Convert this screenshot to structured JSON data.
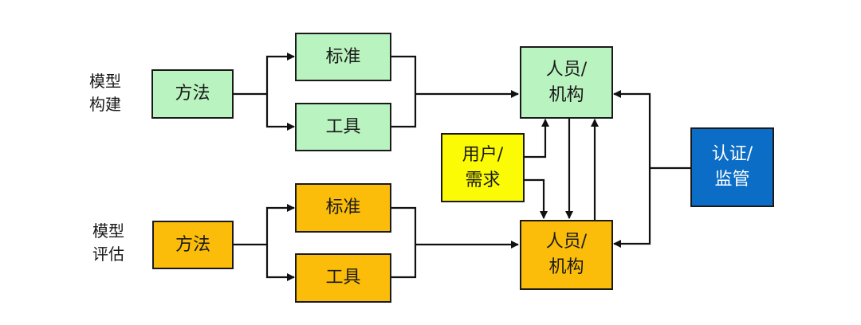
{
  "groups": {
    "build": {
      "label": "模型\n构建",
      "method": "方法",
      "standard": "标准",
      "tool": "工具",
      "org": "人员/\n机构",
      "color": "#b9f3bf"
    },
    "eval": {
      "label": "模型\n评估",
      "method": "方法",
      "standard": "标准",
      "tool": "工具",
      "org": "人员/\n机构",
      "color": "#fbbd0a"
    }
  },
  "user_demand": {
    "label": "用户/\n需求",
    "color": "#fbfb05"
  },
  "certification": {
    "label": "认证/\n监管",
    "color": "#0b6dc5"
  },
  "edges": [
    {
      "from": "build.method",
      "to": "build.standard"
    },
    {
      "from": "build.method",
      "to": "build.tool"
    },
    {
      "from": "build.standard",
      "to": "build.org"
    },
    {
      "from": "build.tool",
      "to": "build.org"
    },
    {
      "from": "eval.method",
      "to": "eval.standard"
    },
    {
      "from": "eval.method",
      "to": "eval.tool"
    },
    {
      "from": "eval.standard",
      "to": "eval.org"
    },
    {
      "from": "eval.tool",
      "to": "eval.org"
    },
    {
      "from": "user_demand",
      "to": "build.org"
    },
    {
      "from": "user_demand",
      "to": "eval.org"
    },
    {
      "from": "build.org",
      "to": "eval.org"
    },
    {
      "from": "eval.org",
      "to": "build.org"
    },
    {
      "from": "certification",
      "to": "build.org"
    },
    {
      "from": "certification",
      "to": "eval.org"
    }
  ]
}
